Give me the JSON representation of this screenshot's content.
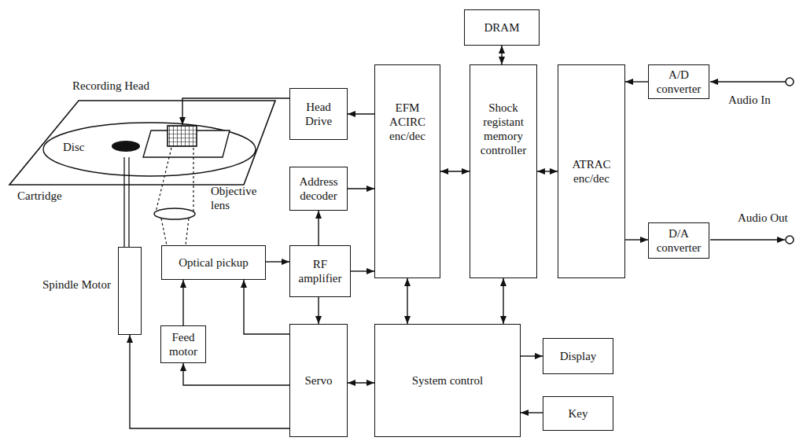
{
  "diagram": {
    "nodes": [
      {
        "text": [
          "DRAM"
        ]
      },
      {
        "text": [
          "Head Drive"
        ]
      },
      {
        "text": [
          "EFM ACIRC enc/dec"
        ]
      },
      {
        "text": [
          "Shock registant memory controller"
        ]
      },
      {
        "text": [
          "ATRAC enc/dec"
        ]
      },
      {
        "text": [
          "A/D converter"
        ]
      },
      {
        "text": [
          "D/A converter"
        ]
      },
      {
        "text": [
          "Address decoder"
        ]
      },
      {
        "text": [
          "Spindle Motor"
        ]
      },
      {
        "text": [
          "Optical pickup"
        ]
      },
      {
        "text": [
          "RF amplifier"
        ]
      },
      {
        "text": [
          "Feed motor"
        ]
      },
      {
        "text": [
          "Servo"
        ]
      },
      {
        "text": [
          "System control"
        ]
      },
      {
        "text": [
          "Display"
        ]
      },
      {
        "text": [
          "Key"
        ]
      }
    ],
    "edges": [
      {
        "from": 2,
        "to": 1,
        "arrow": "to"
      },
      {
        "from": 7,
        "to": 2,
        "arrow": "to"
      },
      {
        "from": 10,
        "to": 7,
        "arrow": "to"
      },
      {
        "from": 10,
        "to": 2,
        "arrow": "to"
      },
      {
        "from": 9,
        "to": 10,
        "arrow": "to"
      },
      {
        "from": 10,
        "to": 12,
        "arrow": "to"
      },
      {
        "from": 12,
        "to": 9,
        "arrow": "to"
      },
      {
        "from": 12,
        "to": 11,
        "arrow": "to"
      },
      {
        "from": 11,
        "to": 9,
        "arrow": "to"
      },
      {
        "from": 12,
        "to": 8,
        "arrow": "to"
      },
      {
        "from": 12,
        "to": 13,
        "arrow": "both"
      },
      {
        "from": 2,
        "to": 3,
        "arrow": "both"
      },
      {
        "from": 0,
        "to": 3,
        "arrow": "both"
      },
      {
        "from": 3,
        "to": 4,
        "arrow": "both"
      },
      {
        "from": 5,
        "to": 4,
        "arrow": "to"
      },
      {
        "from": 4,
        "to": 6,
        "arrow": "to"
      },
      {
        "from": 2,
        "to": 13,
        "arrow": "both"
      },
      {
        "from": 3,
        "to": 13,
        "arrow": "both"
      },
      {
        "from": 13,
        "to": 14,
        "arrow": "to"
      },
      {
        "from": 15,
        "to": 13,
        "arrow": "to"
      }
    ],
    "labels": [
      "Recording Head",
      "Disc",
      "Cartridge",
      "Objective lens",
      "Audio In",
      "Audio Out"
    ]
  }
}
